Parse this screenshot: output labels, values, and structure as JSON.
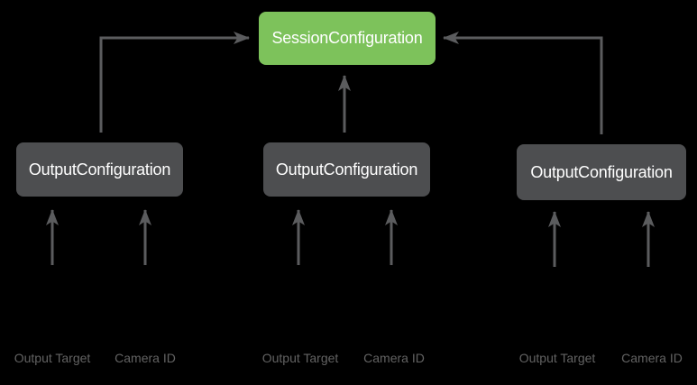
{
  "colors": {
    "background": "#000000",
    "session-node": "#7DC25B",
    "output-node": "#4D4E50",
    "arrow": "#5B5C5E",
    "input-label": "#636363",
    "node-text": "#FFFFFF"
  },
  "diagram": {
    "session_node": {
      "label": "SessionConfiguration"
    },
    "output_nodes": [
      {
        "label": "OutputConfiguration"
      },
      {
        "label": "OutputConfiguration"
      },
      {
        "label": "OutputConfiguration"
      }
    ],
    "input_groups": [
      {
        "output_target": "Output Target",
        "camera_id": "Camera ID"
      },
      {
        "output_target": "Output Target",
        "camera_id": "Camera ID"
      },
      {
        "output_target": "Output Target",
        "camera_id": "Camera ID"
      }
    ]
  }
}
